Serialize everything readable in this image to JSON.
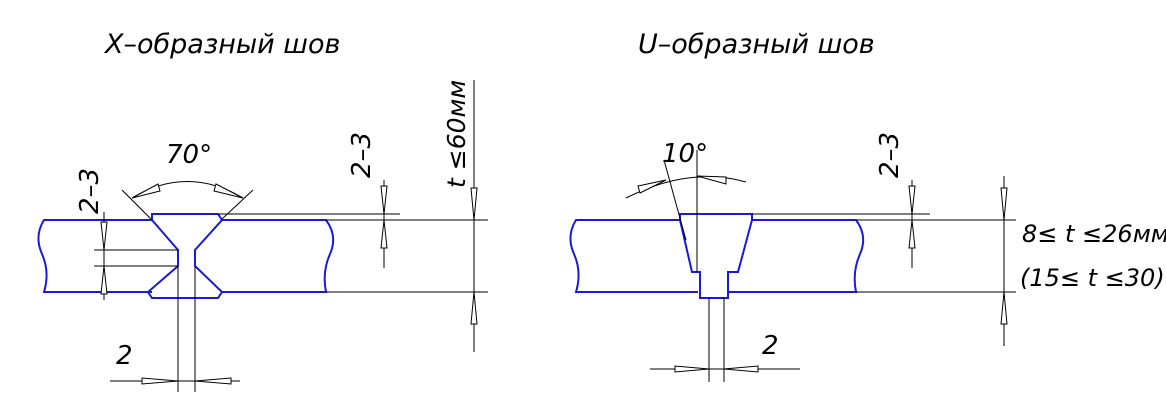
{
  "left_panel": {
    "title": "X–образный шов",
    "angle_label": "70°",
    "gap_label": "2",
    "root_face_label": "2–3",
    "reinforcement_label": "2–3",
    "thickness_label": "t ≤60мм"
  },
  "right_panel": {
    "title": "U–образный шов",
    "angle_label": "10°",
    "gap_label": "2",
    "reinforcement_label": "2–3",
    "thickness_label": "8≤ t ≤26мм",
    "thickness_alt_label": "(15≤ t ≤30)"
  },
  "colors": {
    "contour": "#1a1ad6",
    "dimension": "#000000"
  }
}
